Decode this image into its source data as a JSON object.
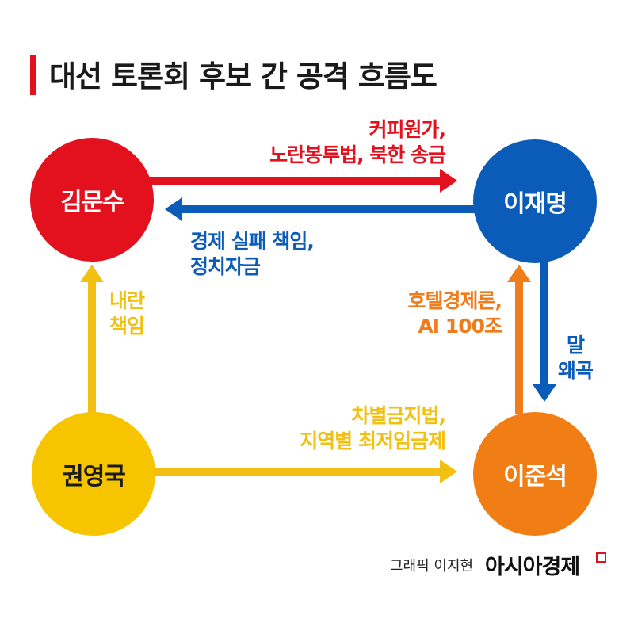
{
  "title": "대선 토론회 후보 간 공격 흐름도",
  "colors": {
    "accent_red": "#e3101e",
    "kim": "#e3101e",
    "lee_jm": "#0a5cb8",
    "kwon": "#f7c400",
    "lee_js": "#f07e14",
    "arrow_red": "#e3101e",
    "arrow_blue": "#0a5cb8",
    "arrow_yellow": "#f2c012",
    "arrow_orange": "#ef7d1b"
  },
  "nodes": {
    "kim": "김문수",
    "lee_jm": "이재명",
    "kwon": "권영국",
    "lee_js": "이준석"
  },
  "edges": {
    "kim_to_lee_jm": [
      "커피원가,",
      "노란봉투법, 북한 송금"
    ],
    "lee_jm_to_kim": [
      "경제 실패 책임,",
      "정치자금"
    ],
    "kwon_to_kim": [
      "내란",
      "책임"
    ],
    "lee_js_to_lee_jm": [
      "호텔경제론,",
      "AI 100조"
    ],
    "lee_jm_to_lee_js": [
      "말",
      "왜곡"
    ],
    "kwon_to_lee_js": [
      "차별금지법,",
      "지역별 최저임금제"
    ]
  },
  "credit": "그래픽 이지현",
  "brand": "아시아경제"
}
